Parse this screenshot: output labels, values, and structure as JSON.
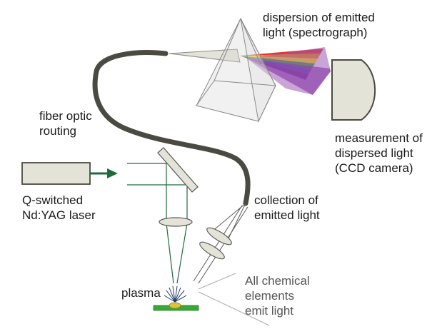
{
  "labels": {
    "spectrograph": [
      "dispersion of emitted",
      "light (spectrograph)"
    ],
    "camera": [
      "measurement of",
      "dispersed light",
      "(CCD camera)"
    ],
    "fiber": [
      "fiber optic",
      "routing"
    ],
    "laser": [
      "Q-switched",
      "Nd:YAG laser"
    ],
    "collection": [
      "collection of",
      "emitted light"
    ],
    "plasma": "plasma",
    "elements": [
      "All chemical",
      "elements",
      "emit light"
    ]
  },
  "colors": {
    "fiber": "#4a4a42",
    "laser_body": "#e4e3d7",
    "laser_arrow": "#1e6b3c",
    "beam_green": "#1e6b3c",
    "sample": "#39a935",
    "plasma_spot": "#e0c23a",
    "optics_fill": "#e4e3d7",
    "outline": "#5a5a5a",
    "spectrum": [
      "#e6332a",
      "#f39200",
      "#ffed00",
      "#3aaa35",
      "#1d71b8",
      "#662483",
      "#9b59b6"
    ]
  }
}
